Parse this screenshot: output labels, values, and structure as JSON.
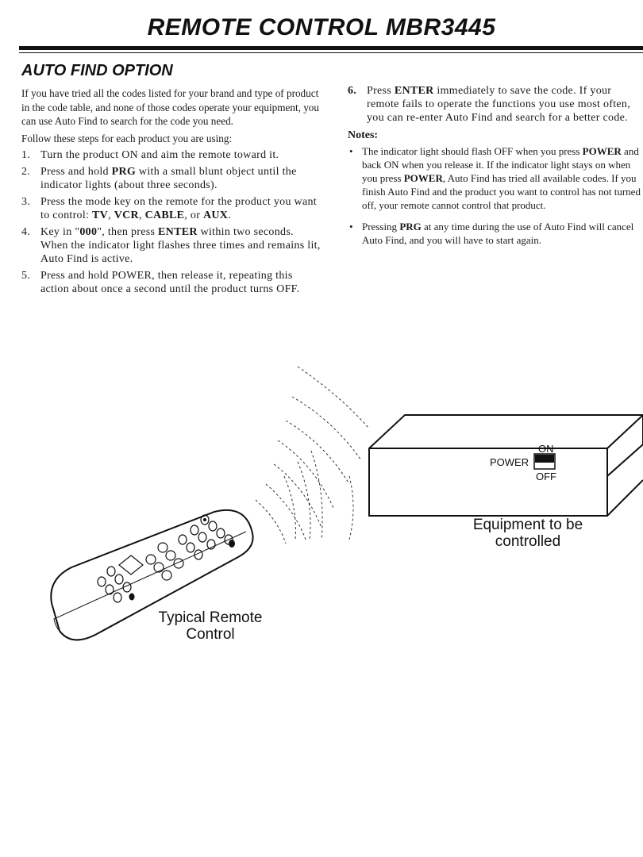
{
  "page": {
    "title": "REMOTE CONTROL MBR3445",
    "section_title": "AUTO FIND OPTION"
  },
  "intro": {
    "para1": "If you have tried all the codes listed for your brand and type of product in the code table, and none of those codes operate your equipment, you can use Auto Find to search for the code you need.",
    "para2": "Follow these steps for each product you are using:"
  },
  "steps": [
    {
      "num": "1.",
      "text": "Turn the product ON and aim the remote toward it."
    },
    {
      "num": "2.",
      "pre": "Press and hold ",
      "bold1": "PRG",
      "post": " with a small blunt object until the indicator lights (about three seconds)."
    },
    {
      "num": "3.",
      "pre": "Press the mode key on the remote for the product you want to control: ",
      "bold1": "TV",
      "sep1": ", ",
      "bold2": "VCR",
      "sep2": ", ",
      "bold3": "CABLE",
      "sep3": ", or ",
      "bold4": "AUX",
      "post": "."
    },
    {
      "num": "4.",
      "pre": "Key in \"",
      "bold1": "000",
      "mid": "\", then press ",
      "bold2": "ENTER",
      "post": " within two seconds. When the indicator light flashes three times and remains lit, Auto Find is active."
    },
    {
      "num": "5.",
      "text": "Press and hold POWER, then release it, repeating this action about once a second until the product turns OFF."
    },
    {
      "num": "6.",
      "pre": "Press ",
      "bold1": "ENTER",
      "post": " immediately to save the code. If your remote fails to operate the functions you use most often, you can re-enter Auto Find and search for a better code."
    }
  ],
  "notes": {
    "title": "Notes:",
    "items": [
      {
        "pre": "The indicator light should flash OFF when you press ",
        "bold1": "POWER",
        "mid": " and back ON when you release it. If the indicator light stays on when you press ",
        "bold2": "POWER",
        "post": ", Auto Find has tried all available codes. If you finish Auto Find and the product you want to control has not turned off, your remote cannot control that product."
      },
      {
        "pre": "Pressing ",
        "bold1": "PRG",
        "post": " at any time during the use of Auto Find will cancel Auto Find, and you will have to start again."
      }
    ]
  },
  "illustration": {
    "switch_on": "ON",
    "switch_power": "POWER",
    "switch_off": "OFF",
    "label_equipment_line1": "Equipment to be",
    "label_equipment_line2": "controlled",
    "label_remote_line1": "Typical Remote",
    "label_remote_line2": "Control"
  }
}
